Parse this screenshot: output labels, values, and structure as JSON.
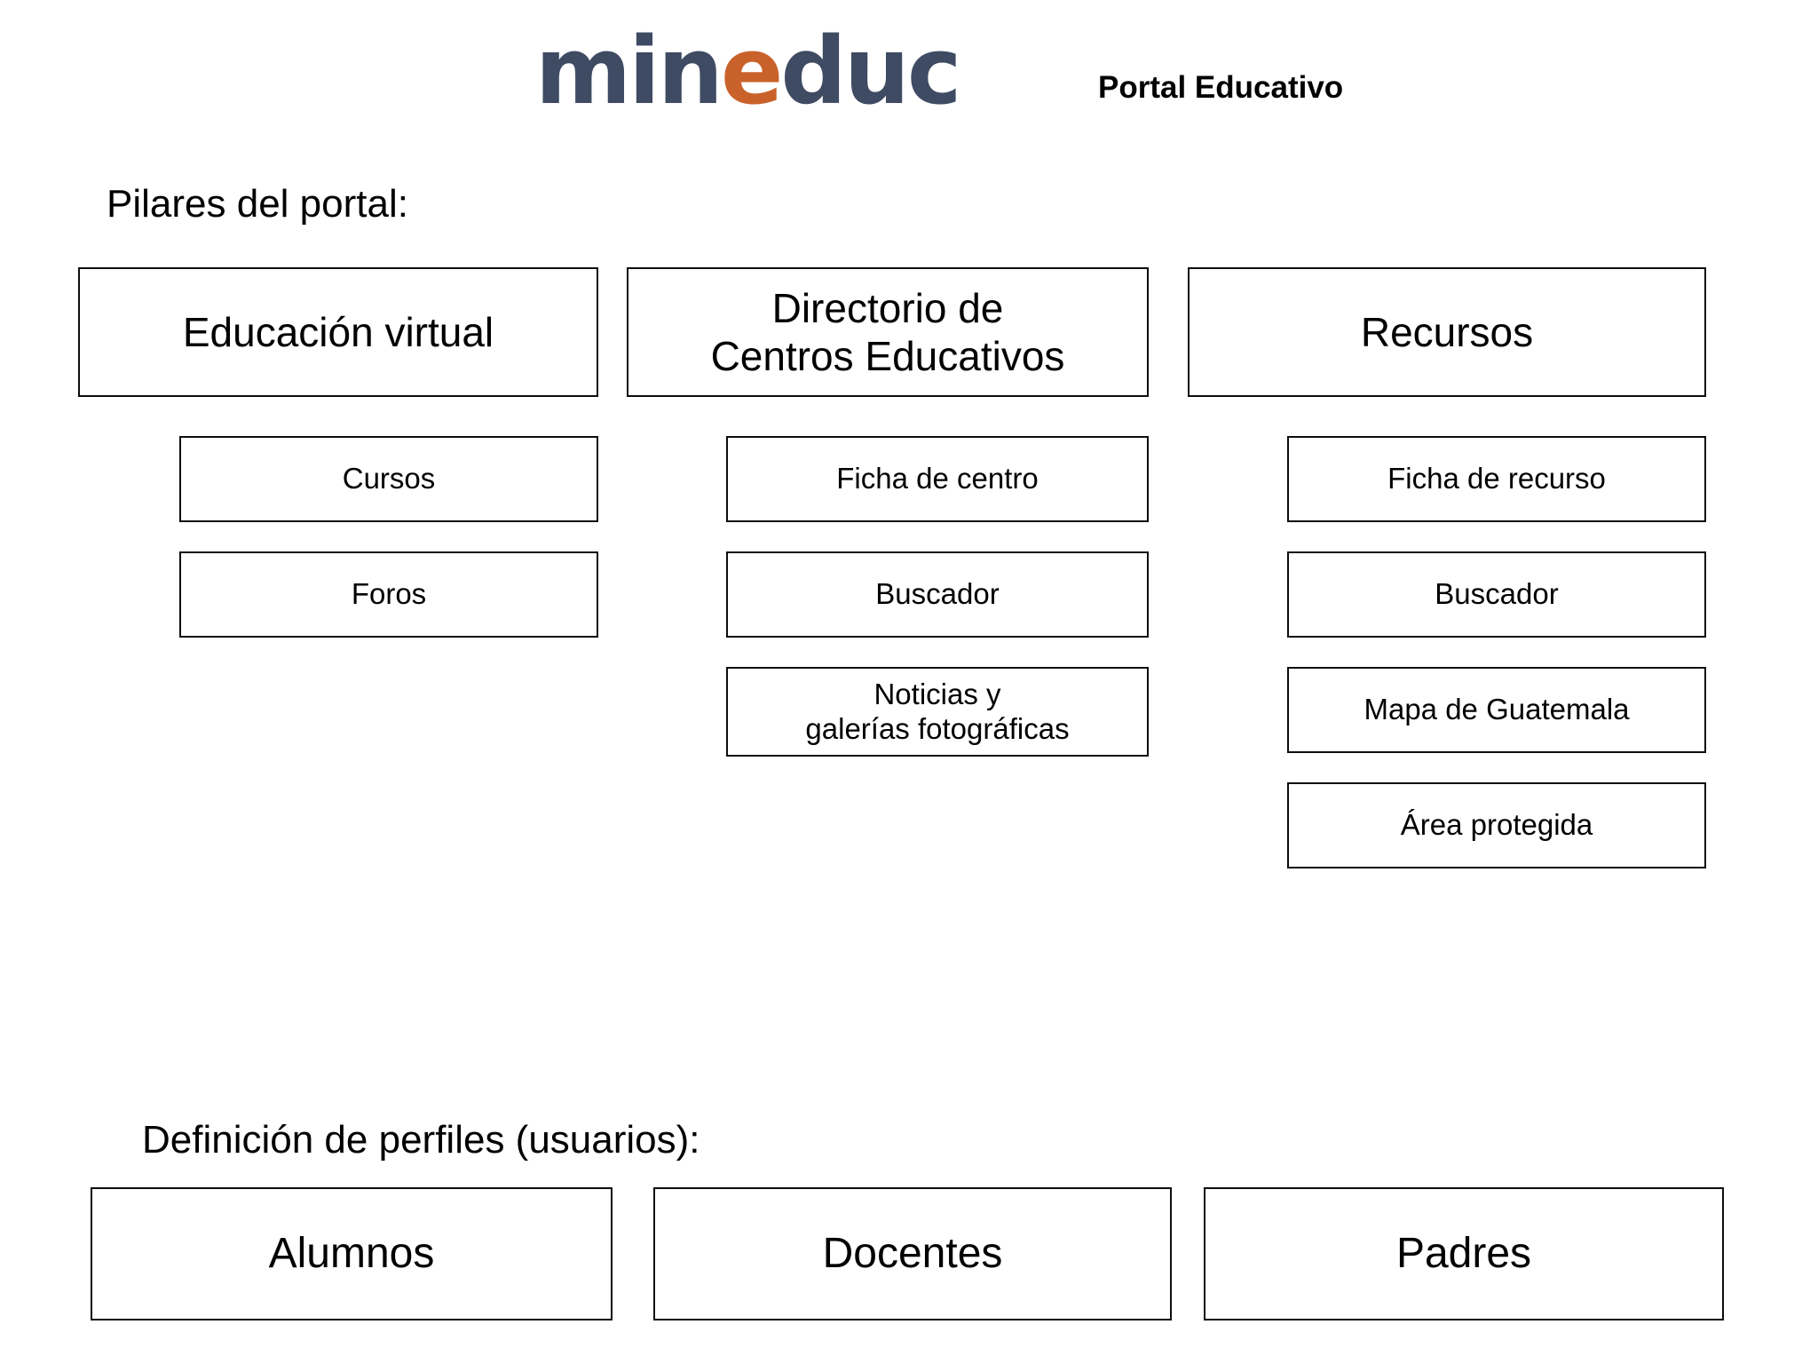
{
  "header": {
    "logo": {
      "pre": "min",
      "accent": "e",
      "post": "duc",
      "full_text": "mineduc",
      "color_dark": "#3e4b63",
      "color_accent": "#c9622a"
    },
    "subtitle": "Portal Educativo"
  },
  "pillars_section": {
    "heading": "Pilares del portal:",
    "columns": [
      {
        "title": "Educación virtual",
        "items": [
          "Cursos",
          "Foros"
        ]
      },
      {
        "title": "Directorio de\nCentros Educativos",
        "items": [
          "Ficha de centro",
          "Buscador",
          "Noticias y\ngalerías fotográficas"
        ]
      },
      {
        "title": "Recursos",
        "items": [
          "Ficha de recurso",
          "Buscador",
          "Mapa de Guatemala",
          "Área protegida"
        ]
      }
    ]
  },
  "profiles_section": {
    "heading": "Definición de perfiles (usuarios):",
    "items": [
      "Alumnos",
      "Docentes",
      "Padres"
    ]
  }
}
